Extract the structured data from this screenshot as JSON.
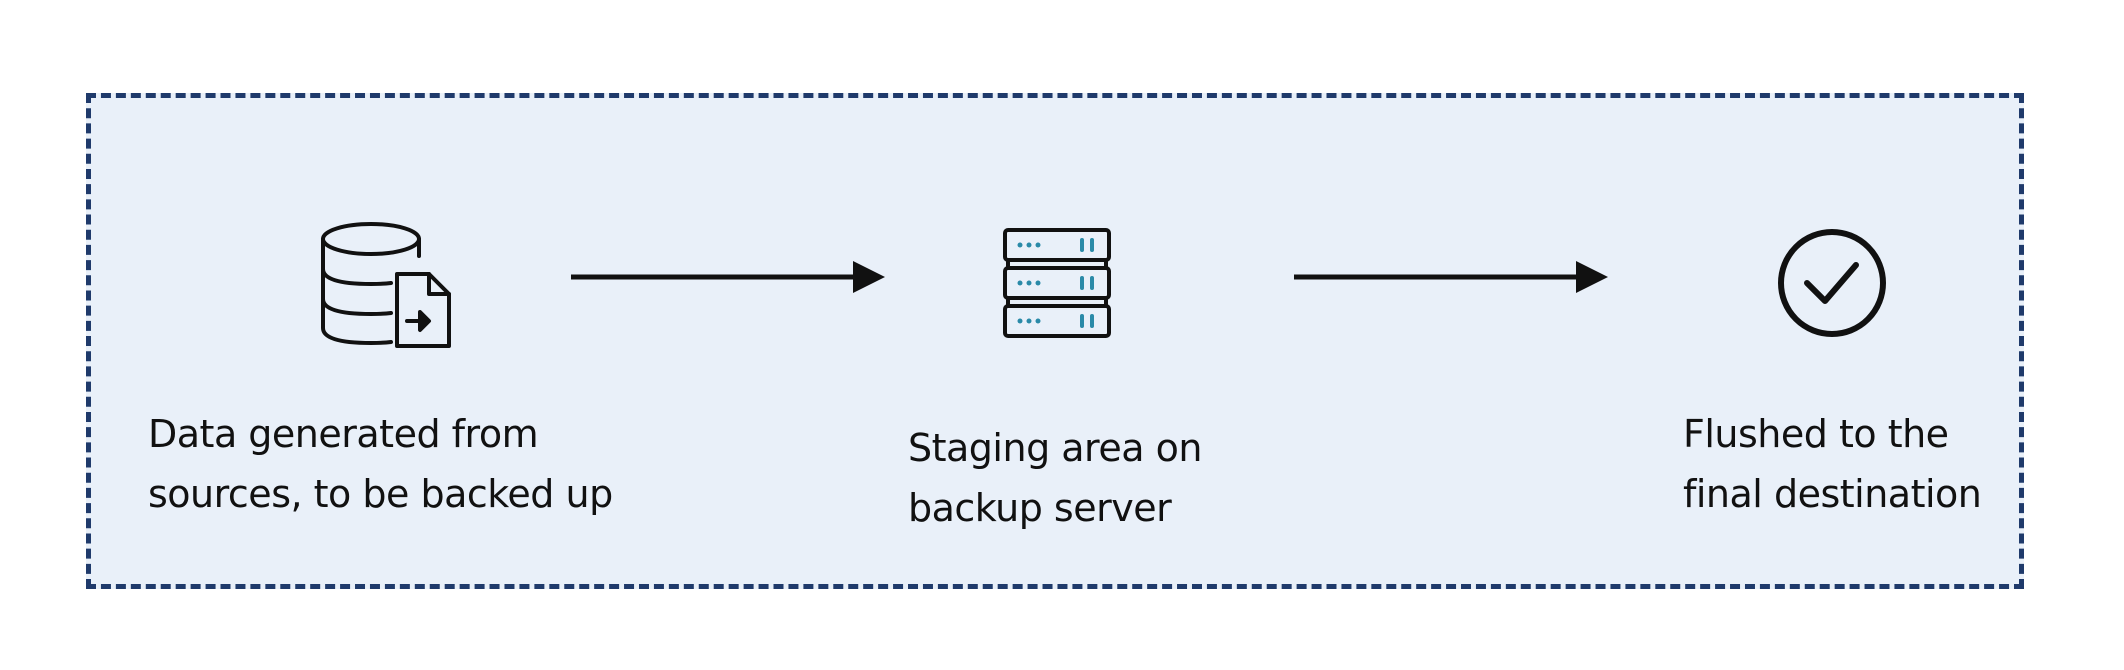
{
  "diagram": {
    "steps": [
      {
        "icon": "database-export-icon",
        "label_lines": [
          "Data generated from",
          "sources, to be backed up"
        ]
      },
      {
        "icon": "server-rack-icon",
        "label_lines": [
          "Staging area on",
          "backup server"
        ]
      },
      {
        "icon": "check-circle-icon",
        "label_lines": [
          "Flushed to the",
          "final destination"
        ]
      }
    ],
    "colors": {
      "frame_border": "#1f3a6b",
      "frame_fill": "#e9f0f9",
      "icon_stroke": "#111111",
      "server_accent": "#2a8aa8"
    }
  }
}
